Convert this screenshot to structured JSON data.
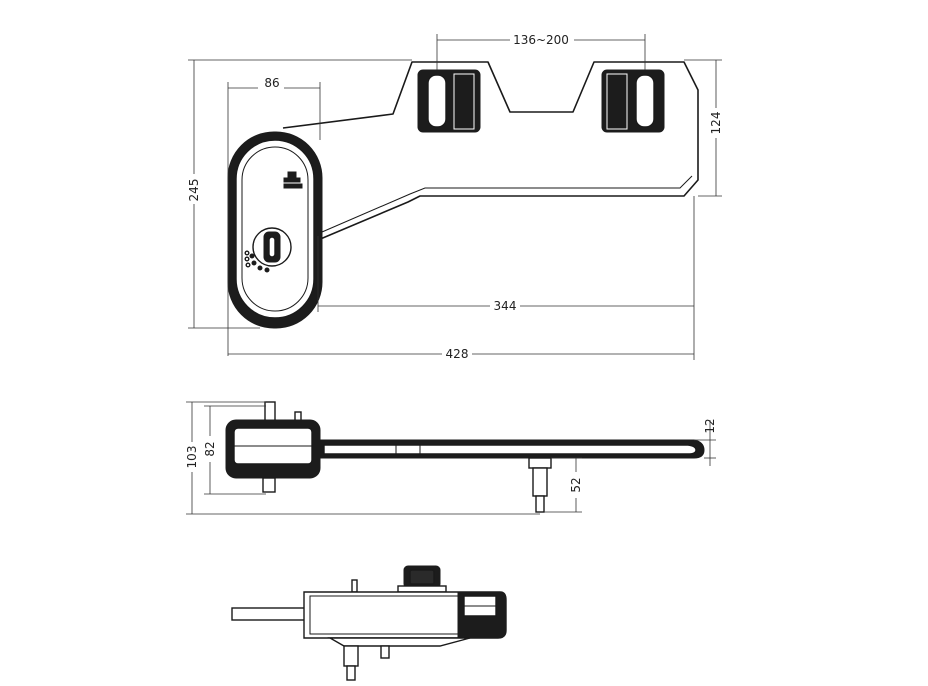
{
  "dimensions": {
    "seat_hinge_spacing": "136~200",
    "body_width": "86",
    "overall_height": "245",
    "hinge_plate_height": "124",
    "arm_length": "344",
    "overall_length": "428",
    "side_height_total": "103",
    "side_height_body": "82",
    "arm_thickness": "12",
    "inlet_length": "52"
  },
  "colors": {
    "line": "#1a1a1a",
    "fill_dark": "#1c1c1c",
    "background": "#ffffff"
  }
}
